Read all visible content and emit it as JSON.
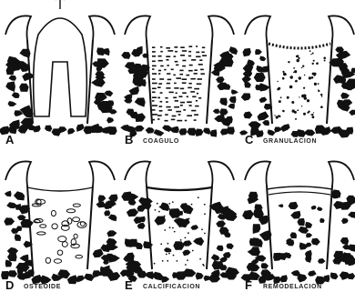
{
  "figure": {
    "panels": [
      {
        "id": "A",
        "letter": "A",
        "caption": "",
        "stage": "extraction"
      },
      {
        "id": "B",
        "letter": "B",
        "caption": "COAGULO",
        "stage": "clot"
      },
      {
        "id": "C",
        "letter": "C",
        "caption": "GRANULACION",
        "stage": "granulation"
      },
      {
        "id": "D",
        "letter": "D",
        "caption": "OSTEOIDE",
        "stage": "osteoid"
      },
      {
        "id": "E",
        "letter": "E",
        "caption": "CALCIFICACION",
        "stage": "calcification"
      },
      {
        "id": "F",
        "letter": "F",
        "caption": "REMODELACION",
        "stage": "remodeling"
      }
    ],
    "colors": {
      "ink": "#111111",
      "paper": "#ffffff"
    }
  }
}
